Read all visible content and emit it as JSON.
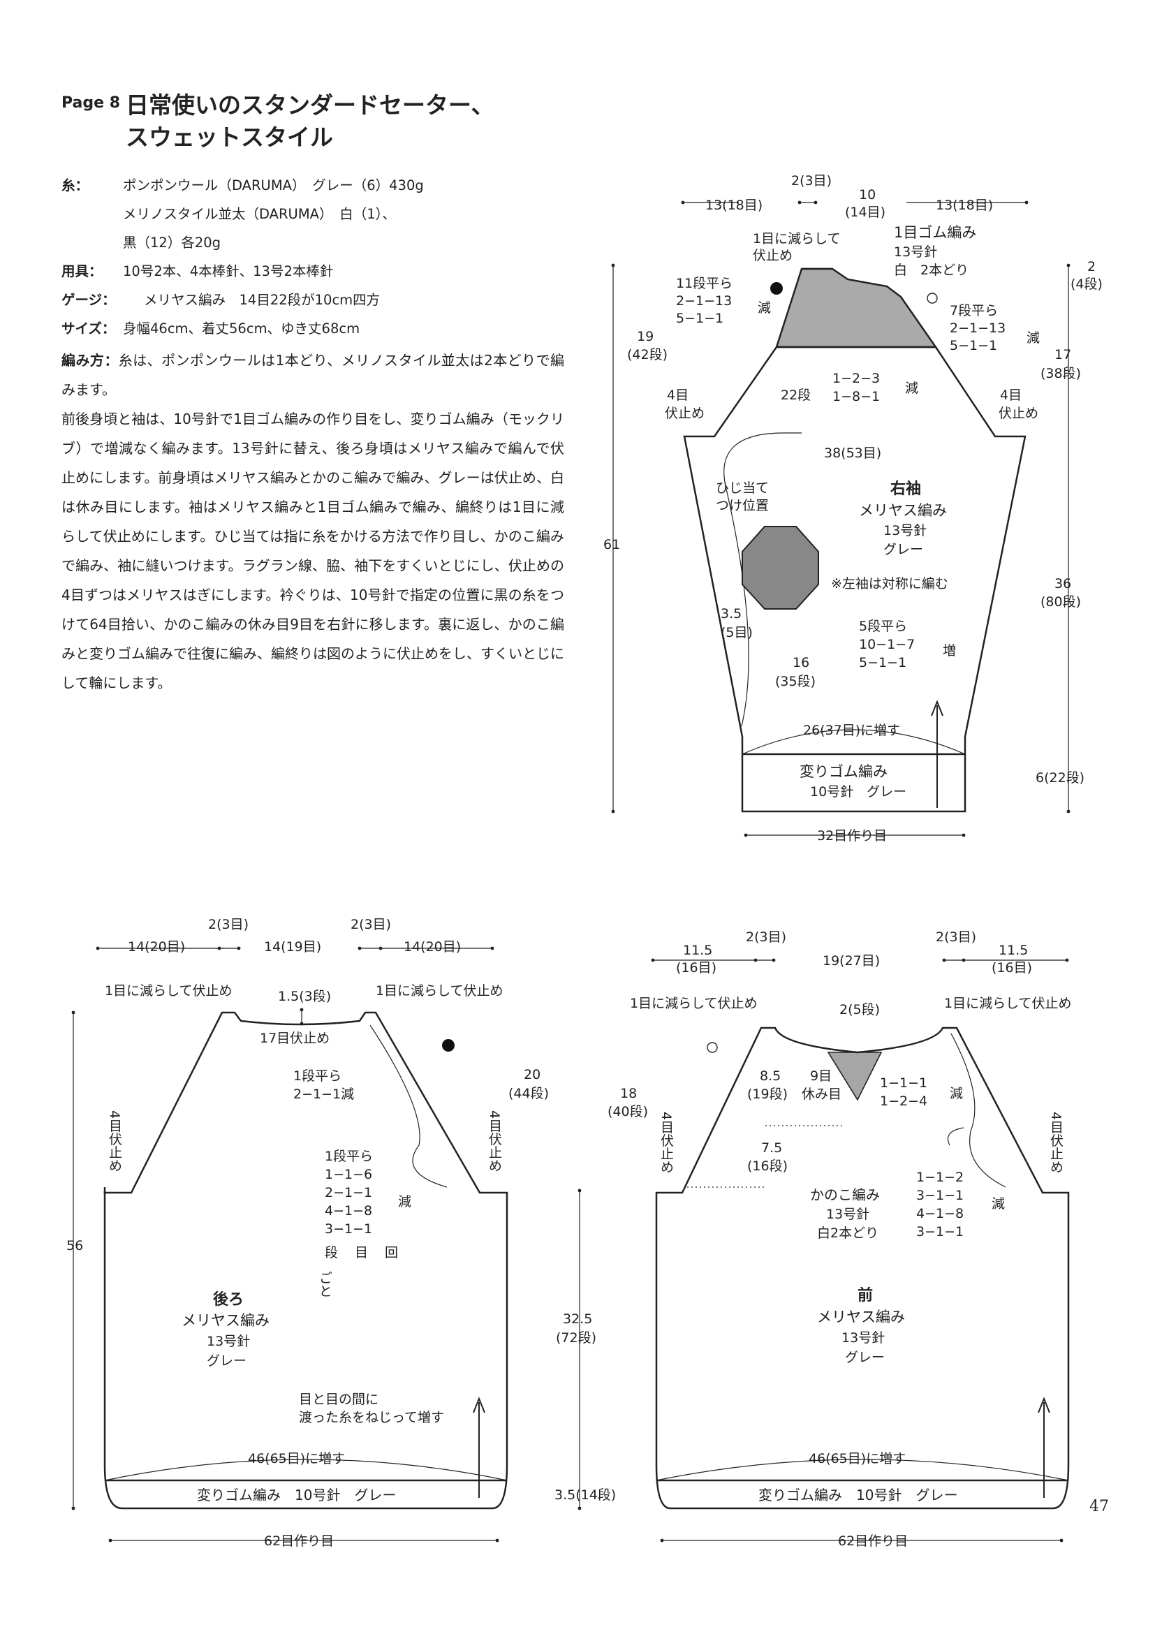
{
  "header": {
    "page": "Page 8",
    "title_line1": "日常使いのスタンダードセーター、",
    "title_line2": "スウェットスタイル"
  },
  "materials": {
    "yarn_label": "糸：",
    "yarn_line1": "ポンポンウール（DARUMA）　グレー（6）430g",
    "yarn_line2": "メリノスタイル並太（DARUMA）　白（1）、",
    "yarn_line3": "黒（12）各20g",
    "tools_label": "用具：",
    "tools": "10号2本、4本棒針、13号2本棒針",
    "gauge_label": "ゲージ：",
    "gauge": "メリヤス編み　14目22段が10cm四方",
    "size_label": "サイズ：",
    "size": "身幅46cm、着丈56cm、ゆき丈68cm",
    "method_label": "編み方：",
    "method_first": "糸は、ポンポンウールは1本どり、メリノスタイル並太は2本どりで編みます。",
    "method_body": "前後身頃と袖は、10号針で1目ゴム編みの作り目をし、変りゴム編み（モックリブ）で増減なく編みます。13号針に替え、後ろ身頃はメリヤス編みで編んで伏止めにします。前身頃はメリヤス編みとかのこ編みで編み、グレーは伏止め、白は休み目にします。袖はメリヤス編みと1目ゴム編みで編み、編終りは1目に減らして伏止めにします。ひじ当ては指に糸をかける方法で作り目し、かのこ編みで編み、袖に縫いつけます。ラグラン線、脇、袖下をすくいとじにし、伏止めの4目ずつはメリヤスはぎにします。衿ぐりは、10号針で指定の位置に黒の糸をつけて64目拾い、かのこ編みの休み目9目を右針に移します。裏に返し、かのこ編みと変りゴム編みで往復に編み、編終りは図のように伏止めをし、すくいとじにして輪にします。"
  },
  "sleeve": {
    "top_left_w": "13(18目)",
    "top_small_w": "2(3目)",
    "top_center_w1": "10",
    "top_center_w2": "(14目)",
    "top_right_w": "13(18目)",
    "bindoff_note1": "1目に減らして",
    "bindoff_note2": "伏止め",
    "rib_title": "1目ゴム編み",
    "rib_needle": "13号針",
    "rib_color": "白　2本どり",
    "left_dec1": "11段平ら",
    "left_dec2": "2−1−13",
    "left_dec3": "5−1−1",
    "dec_label": "減",
    "right_dec1": "7段平ら",
    "right_dec2": "2−1−13",
    "right_dec3": "5−1−1",
    "right_h1": "2",
    "right_h2": "(4段)",
    "left_h1": "19",
    "left_h2": "(42段)",
    "right_raglan_h1": "17",
    "right_raglan_h2": "(38段)",
    "center_dec1": "1−2−3",
    "center_dec2": "1−8−1",
    "center_rows": "22段",
    "left_bind1": "4目",
    "left_bind2": "伏止め",
    "right_bind1": "4目",
    "right_bind2": "伏止め",
    "width": "38(53目)",
    "elbow1": "ひじ当て",
    "elbow2": "つけ位置",
    "title": "右袖",
    "stitch": "メリヤス編み",
    "needle": "13号針",
    "color": "グレー",
    "sym_note": "※左袖は対称に編む",
    "total_h": "61",
    "side_h1": "36",
    "side_h2": "(80段)",
    "patch_h1": "3.5",
    "patch_h2": "(5目)",
    "inc1": "5段平ら",
    "inc2": "10−1−7",
    "inc3": "5−1−1",
    "inc_label": "増",
    "patch_pos1": "16",
    "patch_pos2": "(35段)",
    "cuff_inc": "26(37目)に増す",
    "cuff_title": "変りゴム編み",
    "cuff_needle": "10号針　グレー",
    "cuff_h": "6(22段)",
    "cast_on": "32目作り目"
  },
  "back": {
    "top_w1": "14(20目)",
    "top_w2": "14(19目)",
    "top_w3": "14(20目)",
    "small1": "2(3目)",
    "small2": "2(3目)",
    "bindoff_l": "1目に減らして伏止め",
    "bindoff_r": "1目に減らして伏止め",
    "neck_h": "1.5(3段)",
    "neck_bind": "17目伏止め",
    "neck_dec1": "1段平ら",
    "neck_dec2": "2−1−1減",
    "raglan_h1": "20",
    "raglan_h2": "(44段)",
    "left_bind": "4目伏止め",
    "right_bind": "4目伏止め",
    "dec1": "1段平ら",
    "dec2": "1−1−6",
    "dec3": "2−1−1",
    "dec4": "4−1−8",
    "dec5": "3−1−1",
    "dec_legend": "段目回",
    "dec_legend2": "ごと",
    "dec_label": "減",
    "total_h": "56",
    "title": "後ろ",
    "stitch": "メリヤス編み",
    "needle": "13号針",
    "color": "グレー",
    "twist1": "目と目の間に",
    "twist2": "渡った糸をねじって増す",
    "inc": "46(65目)に増す",
    "rib": "変りゴム編み　10号針　グレー",
    "cast_on": "62目作り目"
  },
  "front": {
    "top_w1a": "11.5",
    "top_w1b": "(16目)",
    "small1": "2(3目)",
    "top_center": "19(27目)",
    "small2": "2(3目)",
    "top_w2a": "11.5",
    "top_w2b": "(16目)",
    "bindoff_l": "1目に減らして伏止め",
    "bindoff_r": "1目に減らして伏止め",
    "neck_rows": "2(5段)",
    "neck_h1": "8.5",
    "neck_h2": "(19段)",
    "rest1": "9目",
    "rest2": "休み目",
    "neck_dec1": "1−1−1",
    "neck_dec2": "1−2−4",
    "dec_label": "減",
    "left_h1": "18",
    "left_h2": "(40段)",
    "left_bind": "4目伏止め",
    "right_bind": "4目伏止め",
    "v_h1": "7.5",
    "v_h2": "(16段)",
    "kanoko1": "かのこ編み",
    "kanoko2": "13号針",
    "kanoko3": "白2本どり",
    "dec1": "1−1−2",
    "dec2": "3−1−1",
    "dec3": "4−1−8",
    "dec4": "3−1−1",
    "body_h1": "32.5",
    "body_h2": "(72段)",
    "title": "前",
    "stitch": "メリヤス編み",
    "needle": "13号針",
    "color": "グレー",
    "inc": "46(65目)に増す",
    "rib": "変りゴム編み　10号針　グレー",
    "rib_h": "3.5(14段)",
    "cast_on": "62目作り目"
  },
  "page_number": "47",
  "colors": {
    "line": "#222222",
    "shade": "#888888",
    "shade_light": "#a6a6a6"
  }
}
